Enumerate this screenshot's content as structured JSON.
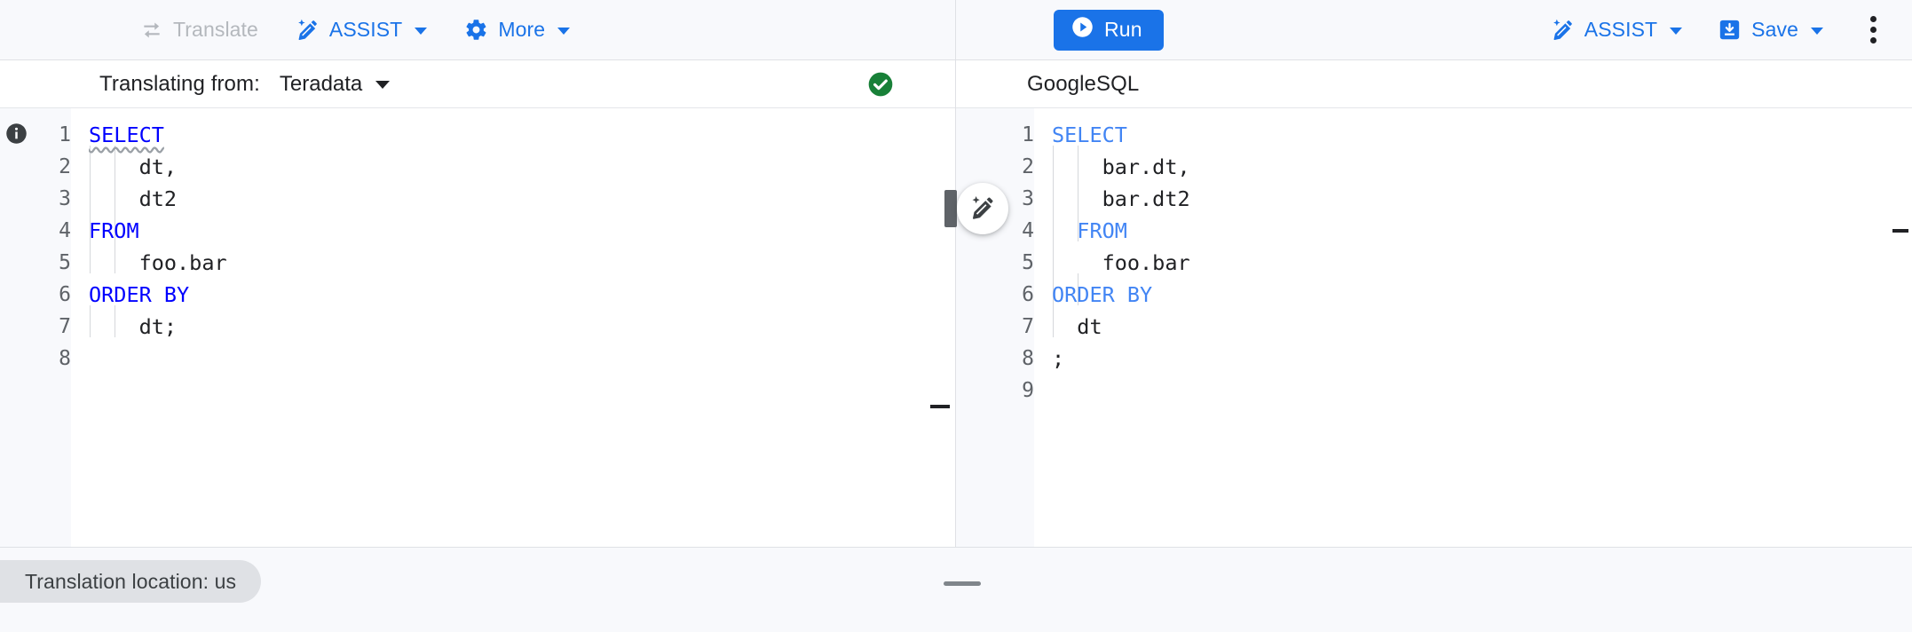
{
  "toolbar": {
    "left": {
      "translate_label": "Translate",
      "translate_icon": "swap-arrows-icon",
      "assist_label": "ASSIST",
      "assist_icon": "sparkle-pencil-icon",
      "more_label": "More",
      "more_icon": "gear-icon"
    },
    "right": {
      "run_label": "Run",
      "run_icon": "play-circle-icon",
      "assist_label": "ASSIST",
      "assist_icon": "sparkle-pencil-icon",
      "save_label": "Save",
      "save_icon": "save-disk-icon",
      "overflow_icon": "more-vertical-icon"
    }
  },
  "source_pane": {
    "label": "Translating from:",
    "dialect": "Teradata",
    "status_icon": "check-circle-icon",
    "info_icon": "info-icon",
    "line_numbers": [
      "1",
      "2",
      "3",
      "4",
      "5",
      "6",
      "7",
      "8"
    ],
    "lines": [
      {
        "indent": 0,
        "tokens": [
          {
            "text": "SELECT",
            "style": "kw-hard squig"
          }
        ]
      },
      {
        "indent": 0,
        "tokens": [
          {
            "text": "    dt,",
            "style": ""
          }
        ]
      },
      {
        "indent": 0,
        "tokens": [
          {
            "text": "    dt2",
            "style": ""
          }
        ]
      },
      {
        "indent": 0,
        "tokens": [
          {
            "text": "FROM",
            "style": "kw-hard"
          }
        ]
      },
      {
        "indent": 0,
        "tokens": [
          {
            "text": "    foo.bar",
            "style": ""
          }
        ]
      },
      {
        "indent": 0,
        "tokens": [
          {
            "text": "ORDER BY",
            "style": "kw-hard"
          }
        ]
      },
      {
        "indent": 0,
        "tokens": [
          {
            "text": "    dt;",
            "style": ""
          }
        ]
      },
      {
        "indent": 0,
        "tokens": [
          {
            "text": "",
            "style": ""
          }
        ]
      }
    ]
  },
  "target_pane": {
    "dialect": "GoogleSQL",
    "assist_fab_icon": "sparkle-pencil-icon",
    "line_numbers": [
      "1",
      "2",
      "3",
      "4",
      "5",
      "6",
      "7",
      "8",
      "9"
    ],
    "lines": [
      {
        "tokens": [
          {
            "text": "SELECT",
            "style": "kw-soft"
          }
        ]
      },
      {
        "tokens": [
          {
            "text": "    bar.dt,",
            "style": ""
          }
        ]
      },
      {
        "tokens": [
          {
            "text": "    bar.dt2",
            "style": ""
          }
        ]
      },
      {
        "tokens": [
          {
            "text": "  ",
            "style": ""
          },
          {
            "text": "FROM",
            "style": "kw-soft"
          }
        ]
      },
      {
        "tokens": [
          {
            "text": "    foo.bar",
            "style": ""
          }
        ]
      },
      {
        "tokens": [
          {
            "text": "ORDER BY",
            "style": "kw-soft"
          }
        ]
      },
      {
        "tokens": [
          {
            "text": "  dt",
            "style": ""
          }
        ]
      },
      {
        "tokens": [
          {
            "text": ";",
            "style": ""
          }
        ]
      },
      {
        "tokens": [
          {
            "text": "",
            "style": ""
          }
        ]
      }
    ]
  },
  "footer": {
    "location_text": "Translation location: us"
  },
  "colors": {
    "accent_blue": "#1a73e8",
    "keyword_hard_blue": "#0000ff",
    "keyword_soft_blue": "#4285f4",
    "success_green": "#188038",
    "disabled_grey": "#b4b8bd",
    "panel_bg": "#f8f9fc",
    "editor_bg": "#ffffff"
  }
}
